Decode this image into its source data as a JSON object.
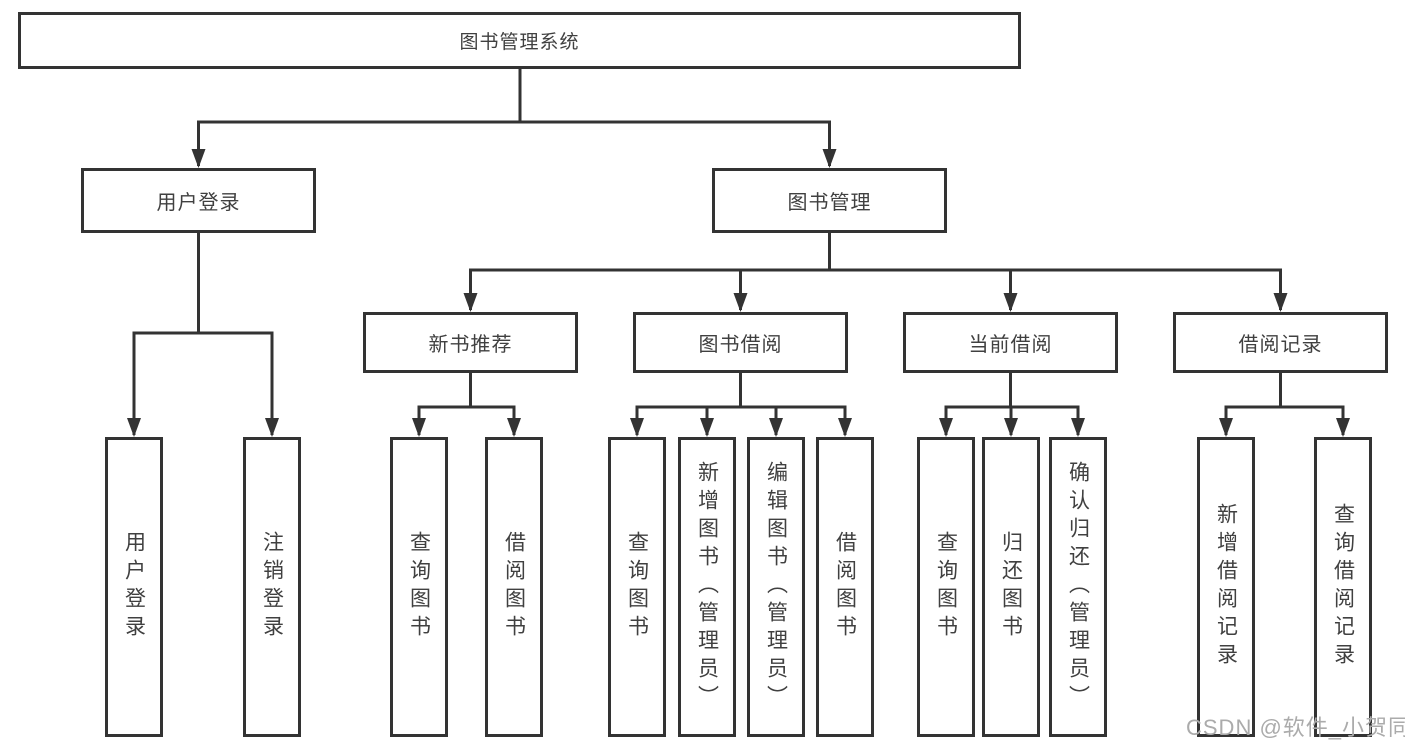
{
  "diagram_title": "图书管理系统",
  "tree": {
    "root": {
      "label": "图书管理系统"
    },
    "level2": [
      {
        "label": "用户登录"
      },
      {
        "label": "图书管理"
      }
    ],
    "level3": [
      {
        "label": "新书推荐",
        "parent": "图书管理"
      },
      {
        "label": "图书借阅",
        "parent": "图书管理"
      },
      {
        "label": "当前借阅",
        "parent": "图书管理"
      },
      {
        "label": "借阅记录",
        "parent": "图书管理"
      }
    ],
    "leaves": [
      {
        "label": "用户登录",
        "parent": "用户登录"
      },
      {
        "label": "注销登录",
        "parent": "用户登录"
      },
      {
        "label": "查询图书",
        "parent": "新书推荐"
      },
      {
        "label": "借阅图书",
        "parent": "新书推荐"
      },
      {
        "label": "查询图书",
        "parent": "图书借阅"
      },
      {
        "label": "新增图书（管理员）",
        "parent": "图书借阅"
      },
      {
        "label": "编辑图书（管理员）",
        "parent": "图书借阅"
      },
      {
        "label": "借阅图书",
        "parent": "图书借阅"
      },
      {
        "label": "查询图书",
        "parent": "当前借阅"
      },
      {
        "label": "归还图书",
        "parent": "当前借阅"
      },
      {
        "label": "确认归还（管理员）",
        "parent": "当前借阅"
      },
      {
        "label": "新增借阅记录",
        "parent": "借阅记录"
      },
      {
        "label": "查询借阅记录",
        "parent": "借阅记录"
      }
    ]
  },
  "watermark": "CSDN @软件_小贺同学",
  "colors": {
    "line": "#333333",
    "box_border": "#333333",
    "text": "#404040",
    "watermark": "#ababab",
    "background": "#ffffff"
  }
}
